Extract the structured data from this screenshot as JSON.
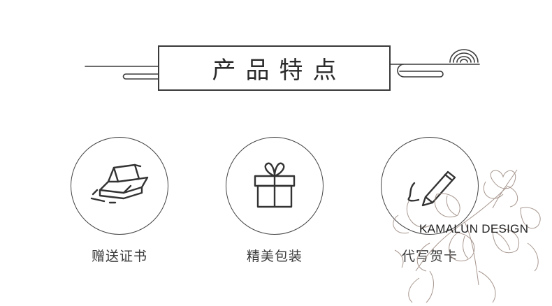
{
  "header": {
    "title": "产品特点"
  },
  "features": [
    {
      "label": "赠送证书",
      "icon": "gold-bar-icon"
    },
    {
      "label": "精美包装",
      "icon": "gift-box-icon"
    },
    {
      "label": "代写贺卡",
      "icon": "pencil-icon"
    }
  ],
  "watermark": {
    "text": "KAMALUN DESIGN"
  },
  "colors": {
    "line": "#3a3a3a",
    "background": "#ffffff",
    "floral": "#a89890"
  }
}
